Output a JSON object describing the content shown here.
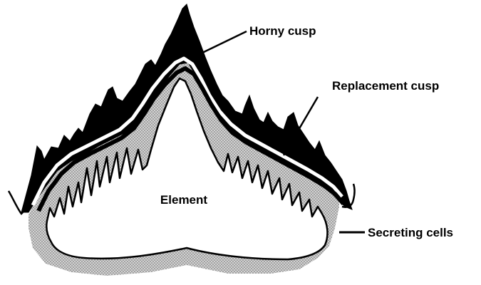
{
  "diagram": {
    "labels": {
      "horny_cusp": "Horny cusp",
      "replacement_cusp": "Replacement cusp",
      "element": "Element",
      "secreting_cells": "Secreting cells"
    }
  }
}
